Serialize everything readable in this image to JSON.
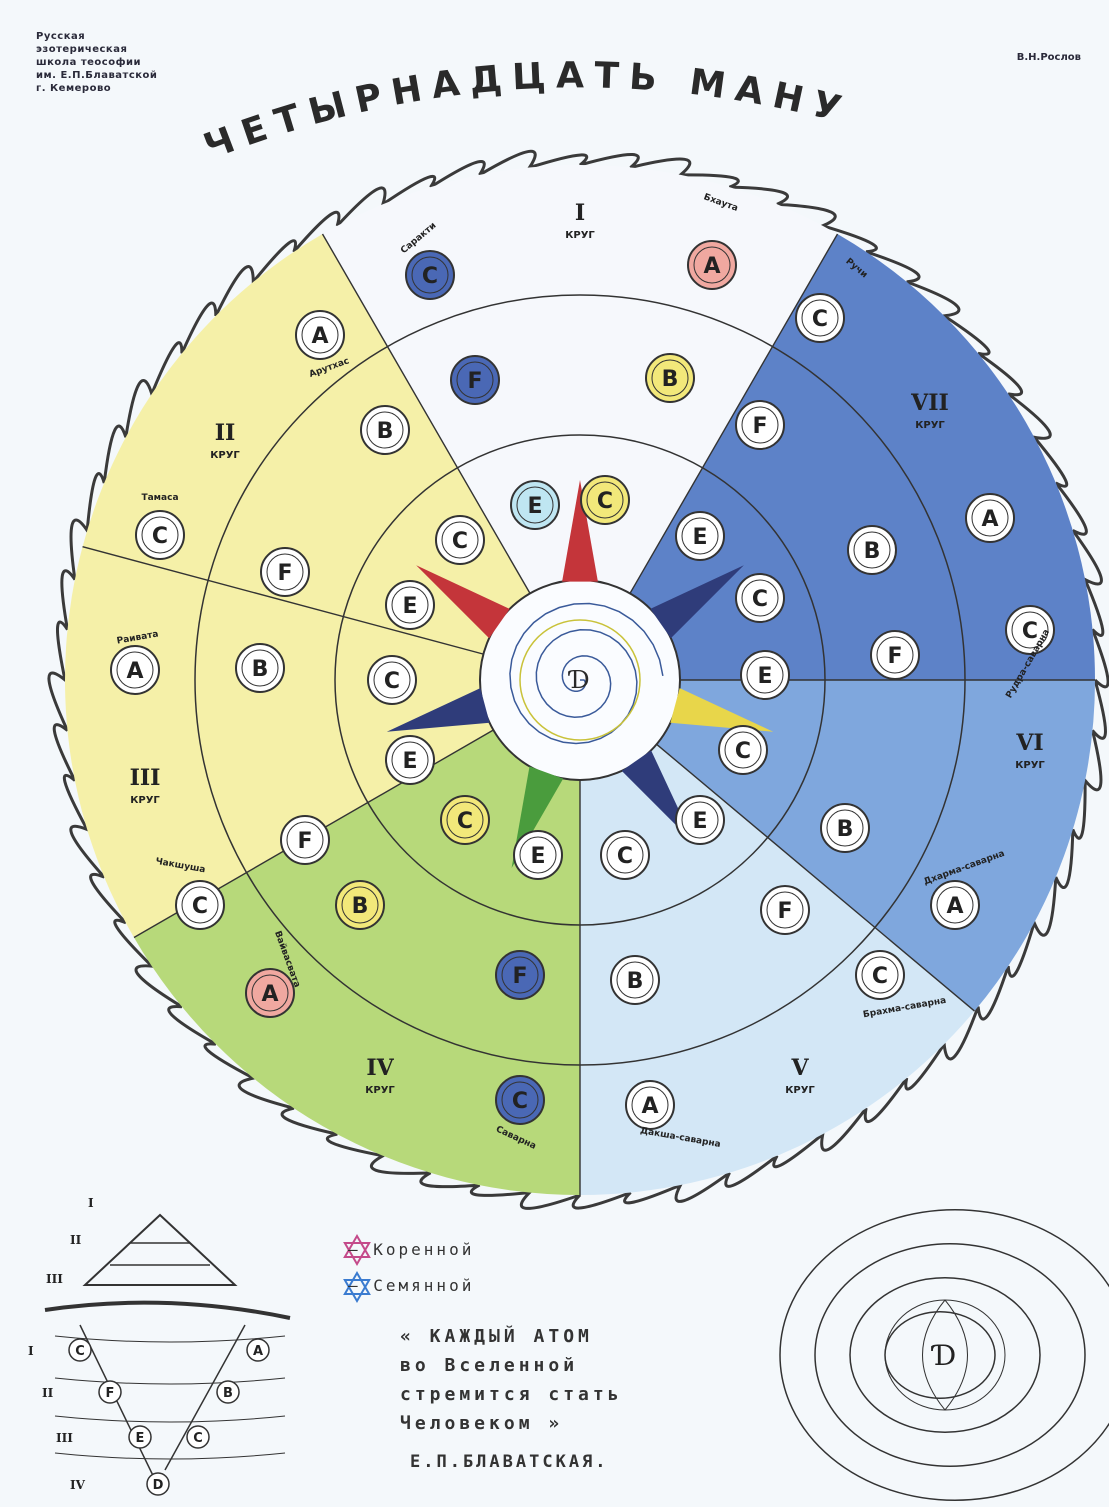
{
  "header": {
    "left_lines": [
      "Русская",
      "эзотерическая",
      "школа теософии",
      "им. Е.П.Блаватской",
      "г. Кемерово"
    ],
    "right": "В.Н.Рослов",
    "title": "ЧЕТЫРНАДЦАТЬ МАНУ"
  },
  "rounds": [
    "I",
    "II",
    "III",
    "IV",
    "V",
    "VI",
    "VII"
  ],
  "round_word": "КРУГ",
  "sector_names": [
    "Саракти",
    "Арутхас",
    "Тамаса",
    "Раивата",
    "Чакшуша",
    "Вайвасвата",
    "Саварна",
    "Дакша-саварна",
    "Брахма-саварна",
    "Дхарма-саварна",
    "Рудра-саварна",
    "Ручи",
    "Бхаута"
  ],
  "glyph_labels": [
    "A",
    "B",
    "C",
    "D",
    "E",
    "F"
  ],
  "center_symbol": "Ɗ",
  "legend": {
    "root": "— Коренной",
    "seed": "— Семянной"
  },
  "quote_lines": [
    "« КАЖДЫЙ АТОМ",
    "во Вселенной",
    "стремится стать",
    "Человеком »"
  ],
  "author": "Е.П.БЛАВАТСКАЯ.",
  "pyramid_levels": [
    "I",
    "II",
    "III"
  ],
  "ladder_rows": [
    {
      "roman": "I",
      "left": "C",
      "right": "A"
    },
    {
      "roman": "II",
      "left": "F",
      "right": "B"
    },
    {
      "roman": "III",
      "left": "E",
      "right": "C"
    },
    {
      "roman": "IV",
      "left": "D",
      "right": ""
    }
  ],
  "colors": {
    "fire": "#3a3a3a",
    "sector_white": "#f6f8fc",
    "sector_yellow": "#f5f0a8",
    "sector_green": "#b7d97a",
    "sector_lightblue": "#d3e7f6",
    "sector_blue": "#7fa7dd",
    "sector_darkblue": "#5d82c8",
    "red_star": "#c4353a",
    "navy_star": "#2f3c7a",
    "yellow_star": "#e8d64a",
    "green_star": "#4a9c3d"
  }
}
